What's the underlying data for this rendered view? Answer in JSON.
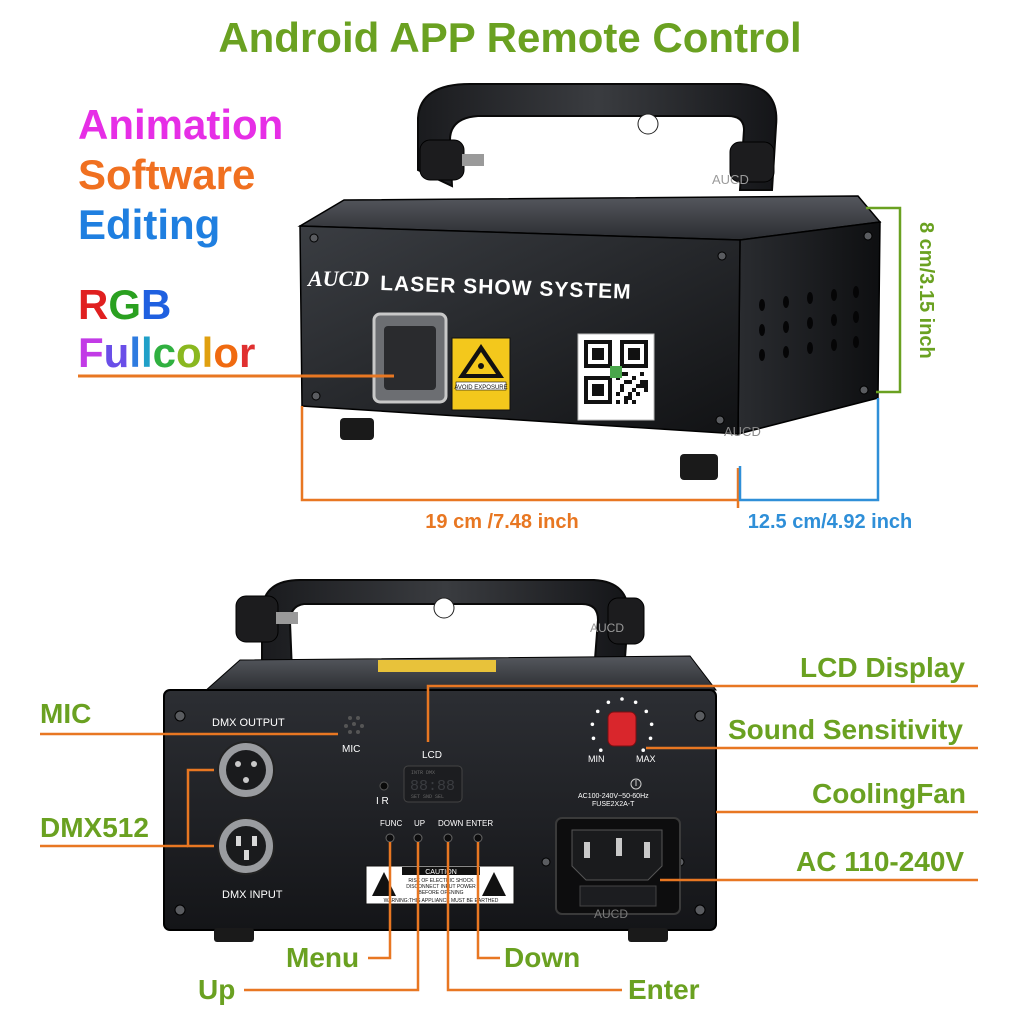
{
  "title": "Android APP Remote Control",
  "features": {
    "animation": "Animation",
    "software": "Software",
    "editing": "Editing",
    "rgb": [
      "R",
      "G",
      "B"
    ],
    "fullcolor": [
      "F",
      "u",
      "l",
      "l",
      "c",
      "o",
      "l",
      "o",
      "r"
    ]
  },
  "colors": {
    "title_green": "#6aa121",
    "callout_orange": "#e87722",
    "dim_blue": "#2f8fd8",
    "animation_magenta": "#e62ee6",
    "software_orange": "#f07020",
    "editing_blue": "#1f7fe0"
  },
  "device_front": {
    "brand": "AUCD",
    "label": "LASER SHOW SYSTEM",
    "warning_text": "AVOID EXPOSURE",
    "watermark": "AUCD"
  },
  "dimensions": {
    "width": "19 cm /7.48 inch",
    "depth": "12.5 cm/4.92 inch",
    "height": "8 cm/3.15 inch"
  },
  "device_rear": {
    "watermark": "AUCD",
    "dmx_output": "DMX OUTPUT",
    "dmx_input": "DMX INPUT",
    "mic": "MIC",
    "lcd": "LCD",
    "lcd_digits": "88:88",
    "lcd_top": "INTR DMX",
    "lcd_bottom": "SET SND SEL",
    "ir": "I R",
    "func": "FUNC",
    "up": "UP",
    "down": "DOWN",
    "enter": "ENTER",
    "min": "MIN",
    "max": "MAX",
    "power_rating": "AC100-240V~50-60Hz",
    "fuse": "FUSE2X2A-T",
    "caution_title": "CAUTION",
    "caution_line1": "RISK OF ELECTRIC SHOCK",
    "caution_line2": "DISCONNECT INPUT POWER",
    "caution_line3": "BEFORE OPENING",
    "caution_line4": "WARNING:THIS APPLIANCE MUST BE EARTHED"
  },
  "callouts": {
    "lcd_display": "LCD Display",
    "mic": "MIC",
    "sound_sensitivity": "Sound Sensitivity",
    "cooling_fan": "CoolingFan",
    "dmx512": "DMX512",
    "ac": "AC 110-240V",
    "menu": "Menu",
    "down": "Down",
    "up": "Up",
    "enter": "Enter"
  }
}
